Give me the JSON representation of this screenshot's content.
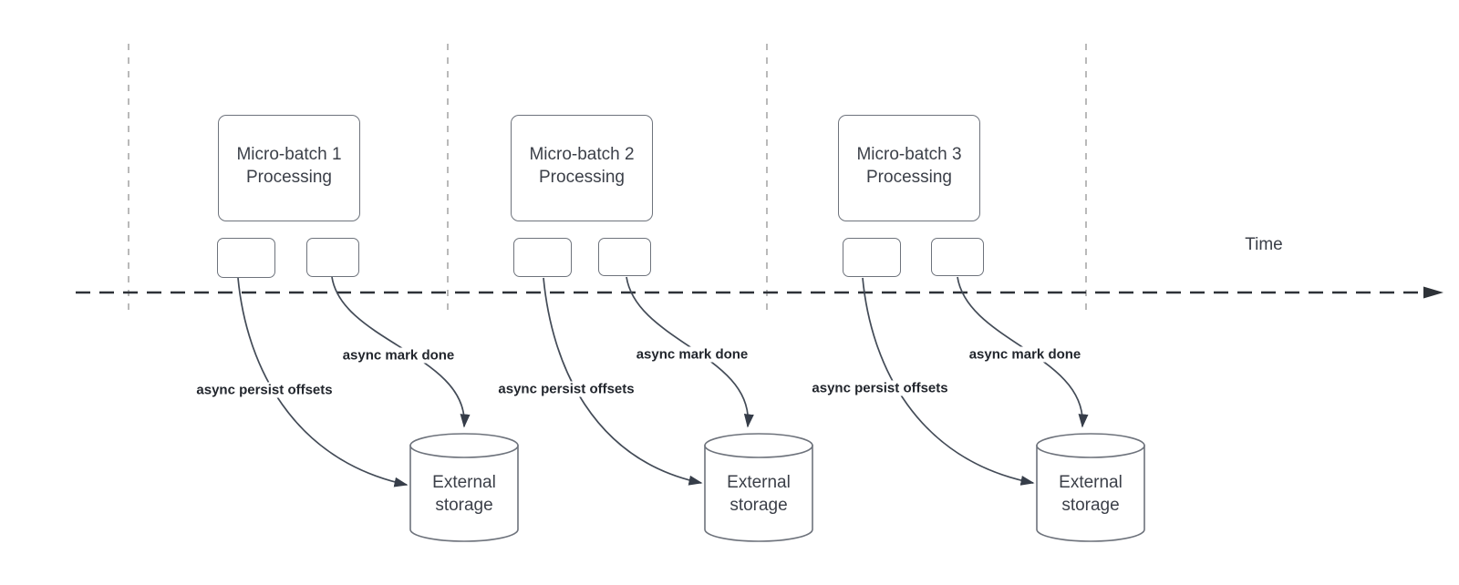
{
  "timeline": {
    "label": "Time"
  },
  "clusters": [
    {
      "box": {
        "line1": "Micro-batch 1",
        "line2": "Processing"
      },
      "persist_label": "async persist offsets",
      "mark_label": "async mark done",
      "storage": {
        "line1": "External",
        "line2": "storage"
      }
    },
    {
      "box": {
        "line1": "Micro-batch 2",
        "line2": "Processing"
      },
      "persist_label": "async persist offsets",
      "mark_label": "async mark done",
      "storage": {
        "line1": "External",
        "line2": "storage"
      }
    },
    {
      "box": {
        "line1": "Micro-batch 3",
        "line2": "Processing"
      },
      "persist_label": "async persist offsets",
      "mark_label": "async mark done",
      "storage": {
        "line1": "External",
        "line2": "storage"
      }
    }
  ],
  "colors": {
    "background": "#ffffff",
    "shape_border": "#6e737c",
    "shape_text": "#3c4049",
    "grid_line": "#a8a8a8",
    "timeline_line": "#2e3238",
    "arrow": "#434b57",
    "annotation_text": "#22262d"
  }
}
